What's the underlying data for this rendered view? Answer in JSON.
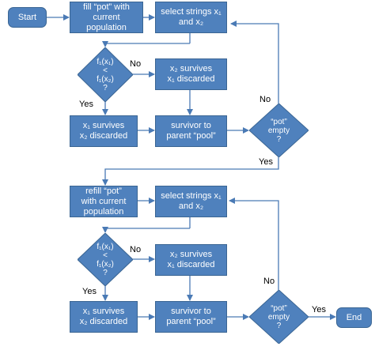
{
  "nodes": {
    "start": "Start",
    "fill_pot": "fill “pot” with\ncurrent\npopulation",
    "select1": "select strings x₁\nand x₂",
    "x2_survives1": "x₂ survives\nx₁ discarded",
    "x1_survives1": "x₁ survives\nx₂ discarded",
    "survivor1": "survivor to\nparent “pool”",
    "refill_pot": "refill “pot”\nwith current\npopulation",
    "select2": "select strings x₁\nand x₂",
    "x2_survives2": "x₂ survives\nx₁ discarded",
    "x1_survives2": "x₁ survives\nx₂ discarded",
    "survivor2": "survivor to\nparent “pool”",
    "end": "End"
  },
  "decisions": {
    "compare1": [
      "f₁(x₁)",
      "<",
      "f₁(x₂)",
      "?"
    ],
    "empty1": [
      "“pot”",
      "empty",
      "?"
    ],
    "compare2": [
      "f₁(x₁)",
      "<",
      "f₁(x₂)",
      "?"
    ],
    "empty2": [
      "“pot”",
      "empty",
      "?"
    ]
  },
  "labels": {
    "no1": "No",
    "yes1": "Yes",
    "no_empty1": "No",
    "yes_empty1": "Yes",
    "no2": "No",
    "yes2": "Yes",
    "no_empty2": "No",
    "yes_empty2": "Yes"
  },
  "colors": {
    "node_fill": "#4f81bd",
    "node_border": "#3a6593",
    "arrow": "#4a7ab5"
  }
}
